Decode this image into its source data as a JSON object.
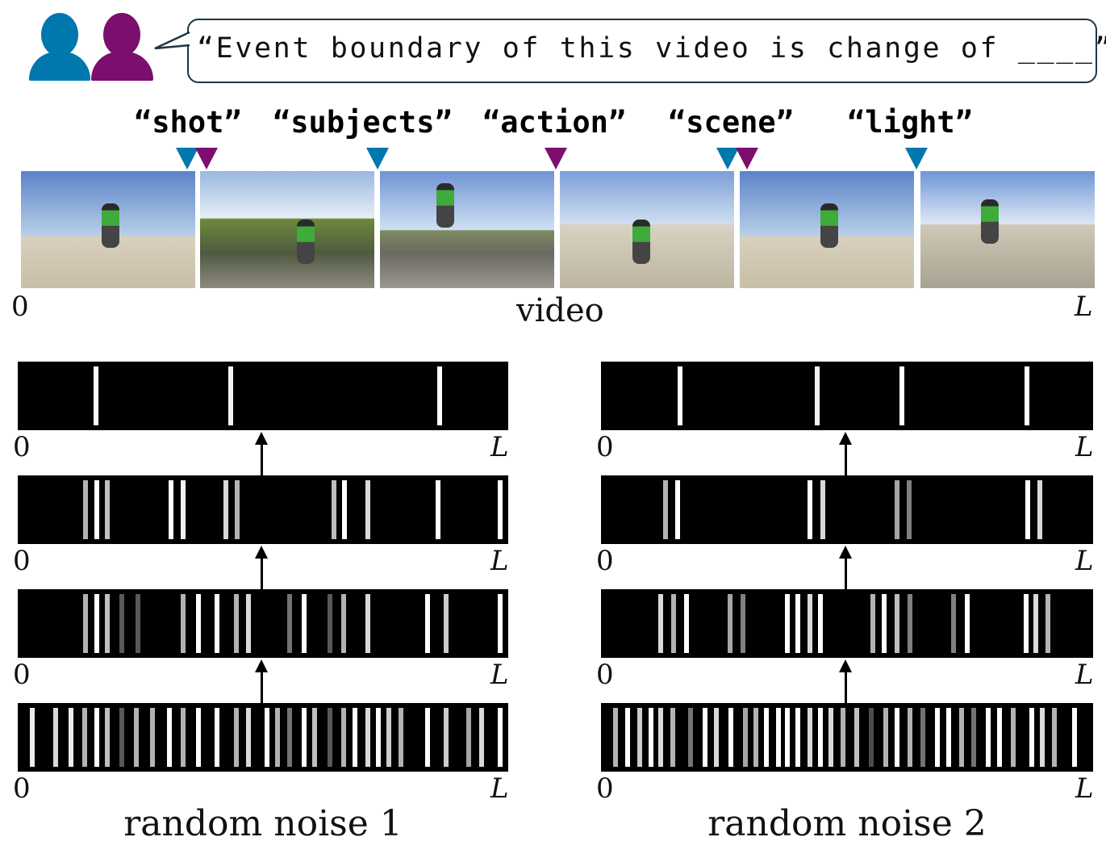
{
  "colors": {
    "blue": "#0077ad",
    "purple": "#7b0e6e"
  },
  "speech": {
    "text": "“Event boundary of this video is change of ____”"
  },
  "labels": [
    "“shot”",
    "“subjects”",
    "“action”",
    "“scene”",
    "“light”"
  ],
  "markers": [
    "blue",
    "purple",
    "blue",
    "purple",
    "blue",
    "purple",
    "blue"
  ],
  "video": {
    "caption": "video",
    "start": "0",
    "end": "L"
  },
  "panels": [
    {
      "caption": "random noise 1",
      "levels": [
        [
          [
            0.16,
            0.97
          ],
          [
            0.434,
            0.95
          ],
          [
            0.86,
            1
          ]
        ],
        [
          [
            0.138,
            0.7
          ],
          [
            0.161,
            1
          ],
          [
            0.183,
            0.75
          ],
          [
            0.313,
            1
          ],
          [
            0.337,
            0.95
          ],
          [
            0.425,
            0.85
          ],
          [
            0.447,
            0.7
          ],
          [
            0.644,
            0.75
          ],
          [
            0.666,
            1
          ],
          [
            0.713,
            0.85
          ],
          [
            0.857,
            1
          ],
          [
            0.983,
            1
          ]
        ],
        [
          [
            0.138,
            0.7
          ],
          [
            0.161,
            1
          ],
          [
            0.183,
            0.75
          ],
          [
            0.212,
            0.35
          ],
          [
            0.245,
            0.35
          ],
          [
            0.337,
            0.7
          ],
          [
            0.368,
            1
          ],
          [
            0.407,
            1
          ],
          [
            0.445,
            0.7
          ],
          [
            0.471,
            0.85
          ],
          [
            0.555,
            0.45
          ],
          [
            0.584,
            1
          ],
          [
            0.636,
            0.35
          ],
          [
            0.665,
            0.7
          ],
          [
            0.713,
            0.85
          ],
          [
            0.836,
            1
          ],
          [
            0.874,
            0.8
          ],
          [
            0.983,
            1
          ]
        ],
        [
          [
            0.03,
            0.92
          ],
          [
            0.078,
            0.85
          ],
          [
            0.108,
            0.92
          ],
          [
            0.137,
            0.7
          ],
          [
            0.161,
            1
          ],
          [
            0.183,
            0.75
          ],
          [
            0.212,
            0.35
          ],
          [
            0.241,
            0.7
          ],
          [
            0.274,
            0.7
          ],
          [
            0.309,
            1
          ],
          [
            0.337,
            0.7
          ],
          [
            0.368,
            1
          ],
          [
            0.407,
            1
          ],
          [
            0.445,
            0.7
          ],
          [
            0.471,
            0.85
          ],
          [
            0.508,
            1
          ],
          [
            0.529,
            0.7
          ],
          [
            0.555,
            0.45
          ],
          [
            0.584,
            1
          ],
          [
            0.606,
            0.75
          ],
          [
            0.636,
            0.35
          ],
          [
            0.665,
            0.7
          ],
          [
            0.688,
            1
          ],
          [
            0.713,
            0.85
          ],
          [
            0.736,
            1
          ],
          [
            0.757,
            0.8
          ],
          [
            0.782,
            0.7
          ],
          [
            0.836,
            1
          ],
          [
            0.874,
            0.8
          ],
          [
            0.919,
            0.65
          ],
          [
            0.946,
            0.85
          ],
          [
            0.983,
            1
          ]
        ]
      ]
    },
    {
      "caption": "random noise 2",
      "levels": [
        [
          [
            0.161,
            1
          ],
          [
            0.439,
            0.95
          ],
          [
            0.611,
            1
          ],
          [
            0.866,
            1
          ]
        ],
        [
          [
            0.131,
            0.7
          ],
          [
            0.156,
            1
          ],
          [
            0.425,
            1
          ],
          [
            0.45,
            0.85
          ],
          [
            0.601,
            0.65
          ],
          [
            0.627,
            0.5
          ],
          [
            0.867,
            1
          ],
          [
            0.892,
            0.85
          ]
        ],
        [
          [
            0.122,
            0.85
          ],
          [
            0.148,
            0.7
          ],
          [
            0.174,
            1
          ],
          [
            0.262,
            0.65
          ],
          [
            0.288,
            0.5
          ],
          [
            0.378,
            1
          ],
          [
            0.4,
            1
          ],
          [
            0.424,
            0.85
          ],
          [
            0.446,
            1
          ],
          [
            0.553,
            0.7
          ],
          [
            0.576,
            1
          ],
          [
            0.602,
            0.75
          ],
          [
            0.628,
            0.5
          ],
          [
            0.716,
            0.5
          ],
          [
            0.744,
            1
          ],
          [
            0.864,
            1
          ],
          [
            0.883,
            0.85
          ],
          [
            0.909,
            0.7
          ]
        ],
        [
          [
            0.03,
            0.7
          ],
          [
            0.054,
            1
          ],
          [
            0.078,
            0.8
          ],
          [
            0.101,
            1
          ],
          [
            0.122,
            0.85
          ],
          [
            0.146,
            0.7
          ],
          [
            0.182,
            0.45
          ],
          [
            0.211,
            1
          ],
          [
            0.234,
            0.85
          ],
          [
            0.264,
            1
          ],
          [
            0.293,
            0.65
          ],
          [
            0.314,
            0.7
          ],
          [
            0.336,
            1
          ],
          [
            0.36,
            1
          ],
          [
            0.379,
            1
          ],
          [
            0.4,
            1
          ],
          [
            0.424,
            0.85
          ],
          [
            0.446,
            1
          ],
          [
            0.467,
            0.85
          ],
          [
            0.492,
            0.7
          ],
          [
            0.52,
            0.75
          ],
          [
            0.549,
            0.3
          ],
          [
            0.579,
            0.7
          ],
          [
            0.602,
            1
          ],
          [
            0.628,
            0.7
          ],
          [
            0.654,
            0.45
          ],
          [
            0.683,
            1
          ],
          [
            0.706,
            1
          ],
          [
            0.733,
            0.7
          ],
          [
            0.758,
            0.45
          ],
          [
            0.787,
            1
          ],
          [
            0.81,
            1
          ],
          [
            0.838,
            0.7
          ],
          [
            0.876,
            1
          ],
          [
            0.896,
            0.85
          ],
          [
            0.922,
            0.7
          ],
          [
            0.962,
            1
          ]
        ]
      ]
    }
  ],
  "axis": {
    "start": "0",
    "end": "L"
  }
}
